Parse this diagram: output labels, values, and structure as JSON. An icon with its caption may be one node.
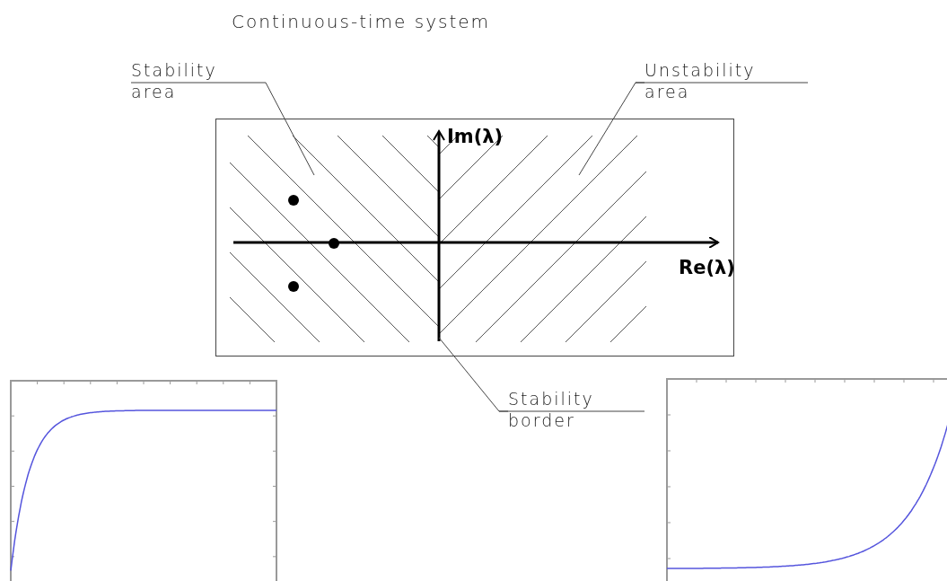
{
  "diagram": {
    "title": "Continuous-time system",
    "nodes": [
      {
        "text": [
          "Stability area"
        ]
      },
      {
        "text": [
          "Unstability area"
        ]
      },
      {
        "text": [
          "Stability border"
        ]
      },
      {
        "text": [],
        "shape": "box"
      },
      {
        "text": [],
        "shape": "line",
        "in": 3,
        "beside": [
          "Im(λ)"
        ]
      }
    ],
    "edges": [
      {
        "from": 0,
        "to": 3,
        "arrow": "none"
      },
      {
        "from": 1,
        "to": 3,
        "arrow": "none"
      },
      {
        "from": 2,
        "to": 4,
        "arrow": "none"
      }
    ],
    "labels": [
      "Re(λ)"
    ]
  }
}
